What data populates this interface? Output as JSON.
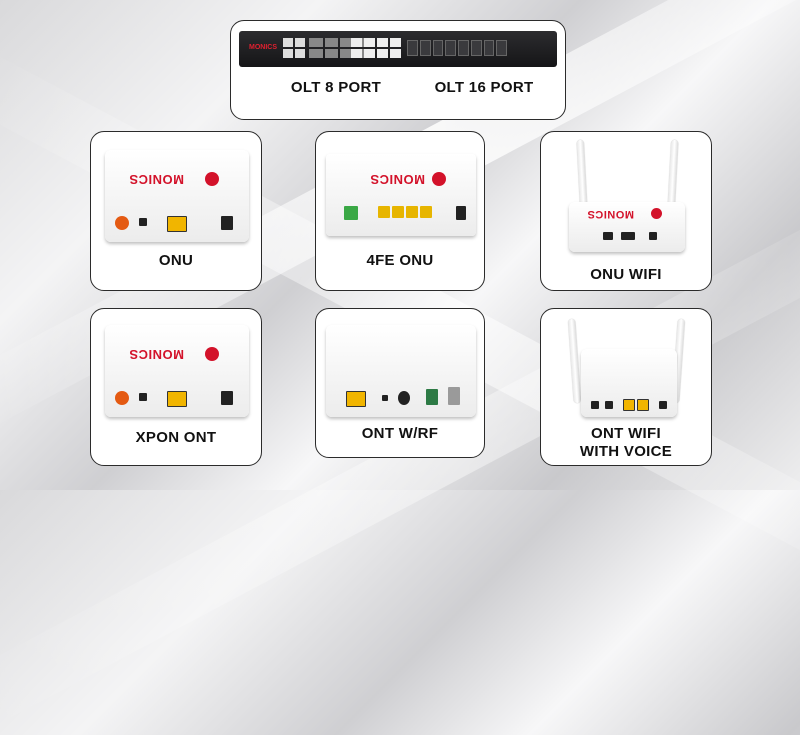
{
  "products": {
    "olt": {
      "label_left": "OLT 8 PORT",
      "label_right": "OLT 16 PORT",
      "brand": "MONICS"
    },
    "onu": {
      "label": "ONU",
      "brand": "MONICS"
    },
    "fe4_onu": {
      "label": "4FE ONU",
      "brand": "MONICS"
    },
    "onu_wifi": {
      "label": "ONU WIFI",
      "brand": "MONICS"
    },
    "xpon_ont": {
      "label": "XPON ONT",
      "brand": "MONICS"
    },
    "ont_wrf": {
      "label": "ONT W/RF"
    },
    "ont_wifi_voice": {
      "label_line1": "ONT WIFI",
      "label_line2": "WITH VOICE"
    }
  },
  "colors": {
    "brand_red": "#d3122a",
    "border": "#2b2b2b",
    "port_yellow": "#f1b500"
  }
}
